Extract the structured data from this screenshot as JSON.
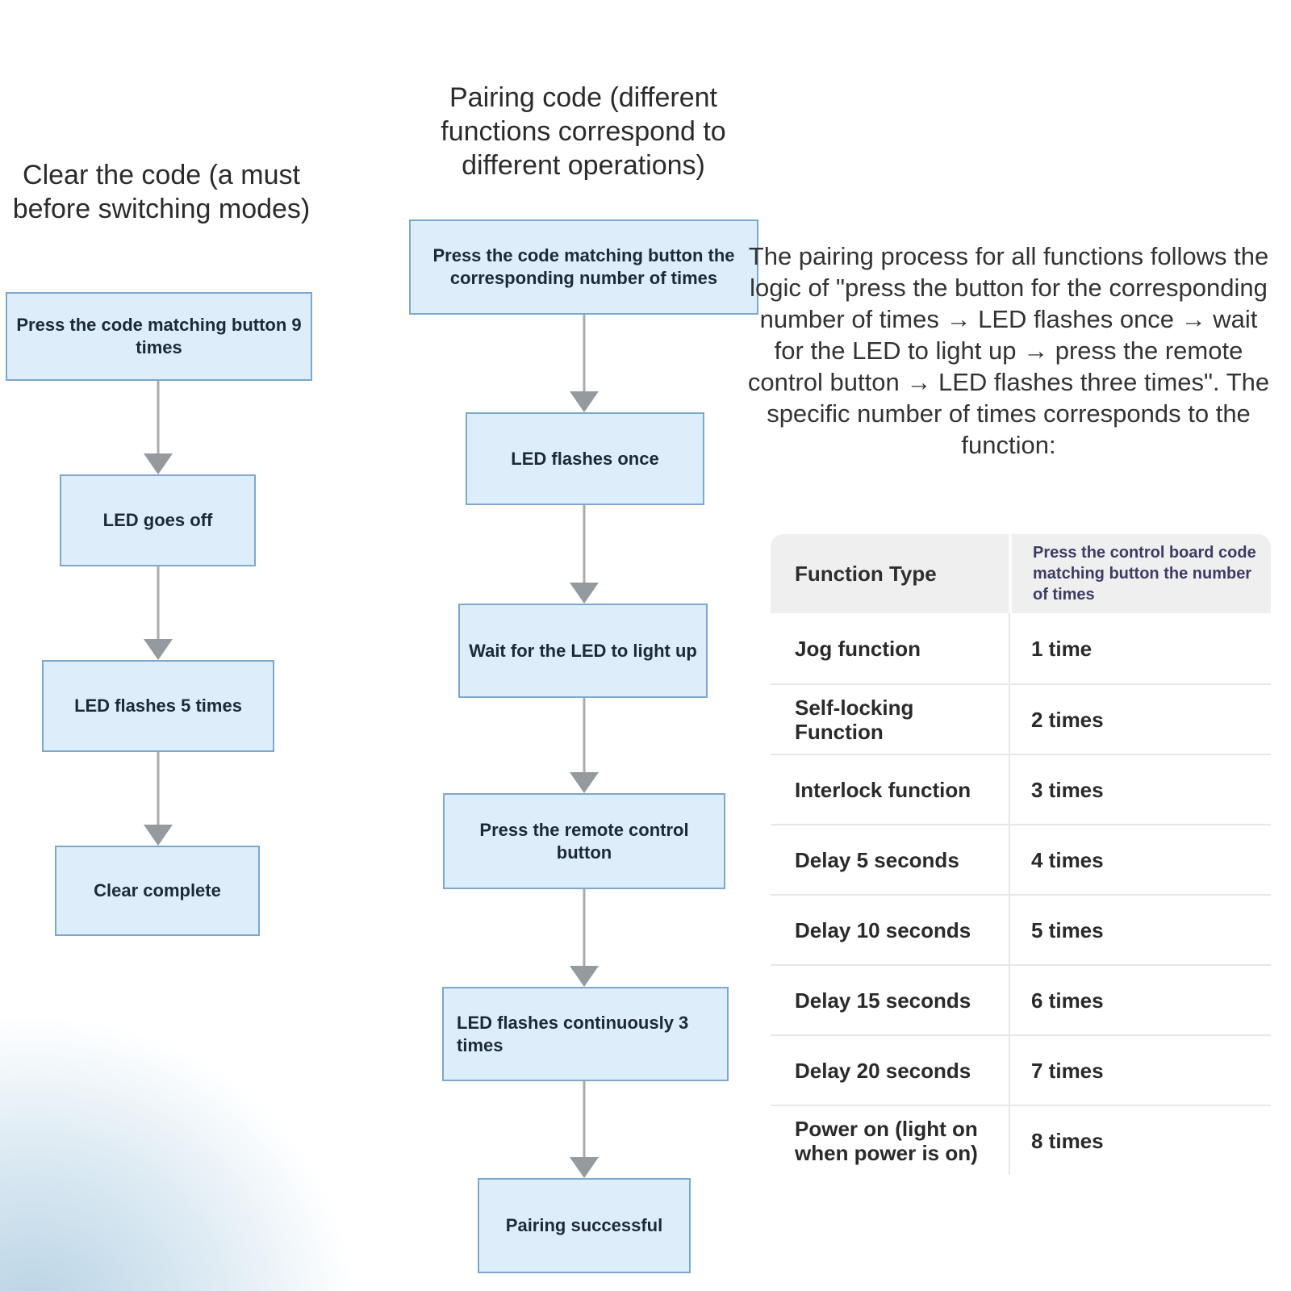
{
  "left_flow": {
    "title": "Clear the code (a must before switching modes)",
    "steps": [
      "Press the code matching button 9 times",
      "LED goes off",
      "LED flashes 5 times",
      "Clear complete"
    ]
  },
  "pairing_flow": {
    "title": "Pairing code (different functions correspond to different operations)",
    "steps": [
      "Press the code matching button the corresponding number of times",
      "LED flashes once",
      "Wait for the LED to light up",
      "Press the remote control button",
      "LED flashes continuously 3 times",
      "Pairing successful"
    ]
  },
  "pairing_info": {
    "paragraph": "The pairing process for all functions follows the logic of \"press the button for the corresponding number of times → LED flashes once → wait for the LED to light up → press the remote control button → LED flashes three times\". The specific number of times corresponds to the function:",
    "table": {
      "col1_header": "Function Type",
      "col2_header": "Press the control board code matching button the number of times",
      "rows": [
        {
          "function": "Jog function",
          "times": "1 time"
        },
        {
          "function": "Self-locking Function",
          "times": "2 times"
        },
        {
          "function": "Interlock function",
          "times": "3 times"
        },
        {
          "function": "Delay 5 seconds",
          "times": "4 times"
        },
        {
          "function": "Delay 10 seconds",
          "times": "5 times"
        },
        {
          "function": "Delay 15 seconds",
          "times": "6 times"
        },
        {
          "function": "Delay 20 seconds",
          "times": "7 times"
        },
        {
          "function": "Power on (light on when power is on)",
          "times": "8 times"
        }
      ]
    }
  },
  "colors": {
    "box_fill": "#ddeefa",
    "box_border": "#7da7cb",
    "arrow": "#ababab",
    "table_header_bg": "#efefef",
    "table_header_accent_text": "#3c3c64",
    "background_blob": "#bcd5e6"
  }
}
